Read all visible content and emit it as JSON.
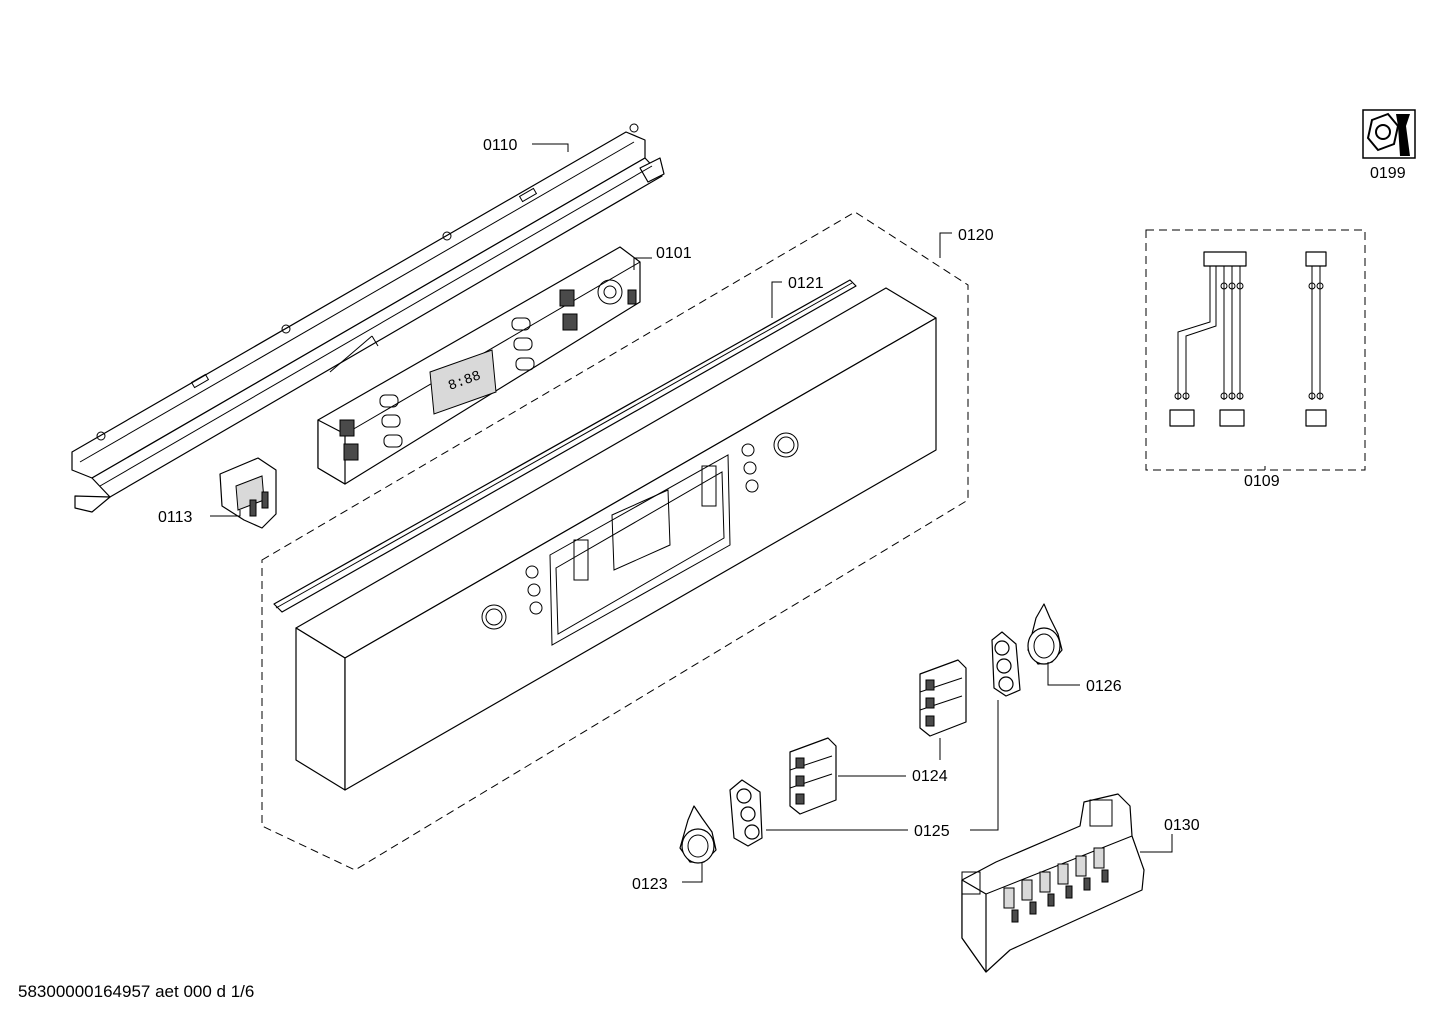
{
  "labels": {
    "p0110": "0110",
    "p0101": "0101",
    "p0113": "0113",
    "p0120": "0120",
    "p0121": "0121",
    "p0199": "0199",
    "p0109": "0109",
    "p0126": "0126",
    "p0124": "0124",
    "p0125": "0125",
    "p0130": "0130",
    "p0123": "0123"
  },
  "footer": {
    "doc_code": "58300000164957 aet 000 d 1/6"
  },
  "icons": {
    "service_tool": "nut-and-wrench-icon"
  }
}
